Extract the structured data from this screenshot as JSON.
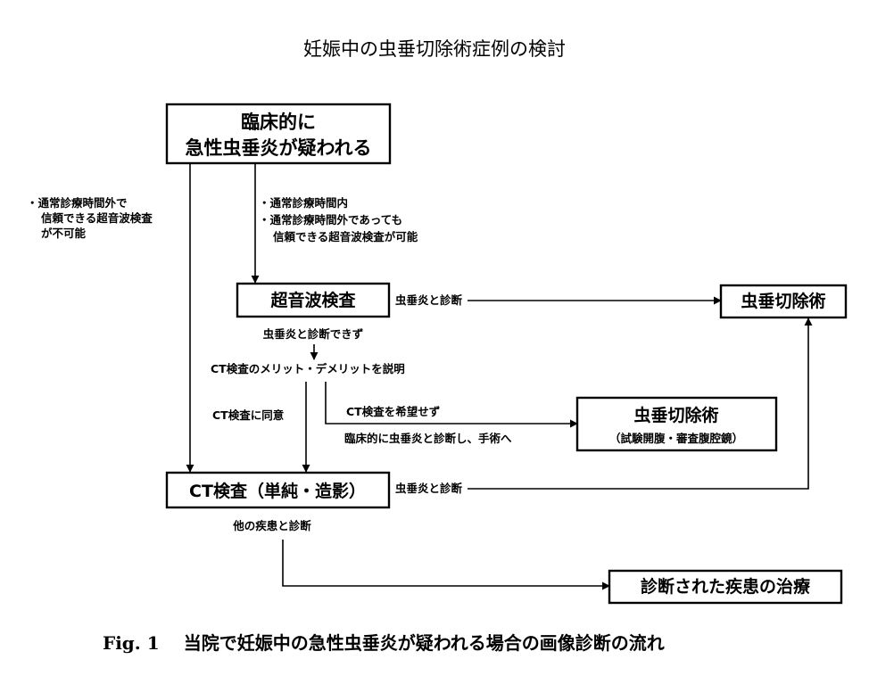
{
  "title": "妊娠中の虫垂切除術症例の検討",
  "nodes": {
    "start": [
      "臨床的に",
      "急性虫垂炎が疑われる"
    ],
    "us": "超音波検査",
    "surgery_main": "虫垂切除術",
    "surgery_exp": "虫垂切除術",
    "surgery_exp_sub": "（試験開腹・審査腹腔鏡）",
    "ct": "CT検査（単純・造影）",
    "treat": "診断された疾患の治療"
  },
  "labels": {
    "left_path": [
      "・通常診療時間外で",
      "信頼できる超音波検査",
      "が不可能"
    ],
    "center_path": [
      "・通常診療時間内",
      "・通常診療時間外であっても",
      "信頼できる超音波検査が可能"
    ],
    "us_positive": "虫垂炎と診断",
    "us_negative": "虫垂炎と診断できず",
    "explain": "CT検査のメリット・デメリットを説明",
    "agree": "CT検査に同意",
    "refuse": "CT検査を希望せず",
    "clinical": "臨床的に虫垂炎と診断し、手術へ",
    "ct_positive": "虫垂炎と診断",
    "ct_other": "他の疾患と診断"
  },
  "caption": {
    "figure_no": "Fig. 1",
    "text": "当院で妊娠中の急性虫垂炎が疑われる場合の画像診断の流れ"
  }
}
